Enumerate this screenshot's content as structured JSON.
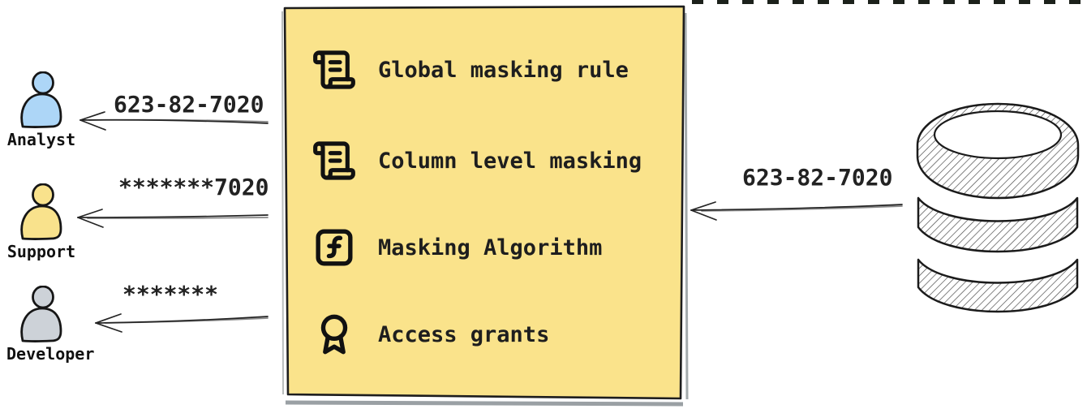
{
  "diagram": {
    "kind": "data-masking-flow",
    "colors": {
      "box_fill": "#FAE38B",
      "analyst_fill": "#ADD6F7",
      "support_fill": "#F9E28C",
      "developer_fill": "#CDD2D8",
      "stroke": "#1d1d1d"
    }
  },
  "masking_box": {
    "items": [
      {
        "icon": "scroll-icon",
        "label": "Global masking rule"
      },
      {
        "icon": "scroll-icon",
        "label": "Column level masking"
      },
      {
        "icon": "function-icon",
        "label": "Masking Algorithm"
      },
      {
        "icon": "award-icon",
        "label": "Access grants"
      }
    ]
  },
  "users": [
    {
      "role": "Analyst",
      "received_value": "623-82-7020",
      "fill": "#ADD6F7"
    },
    {
      "role": "Support",
      "received_value": "*******7020",
      "fill": "#F9E28C"
    },
    {
      "role": "Developer",
      "received_value": "*******",
      "fill": "#CDD2D8"
    }
  ],
  "database": {
    "icon": "database-icon",
    "sent_value": "623-82-7020"
  }
}
